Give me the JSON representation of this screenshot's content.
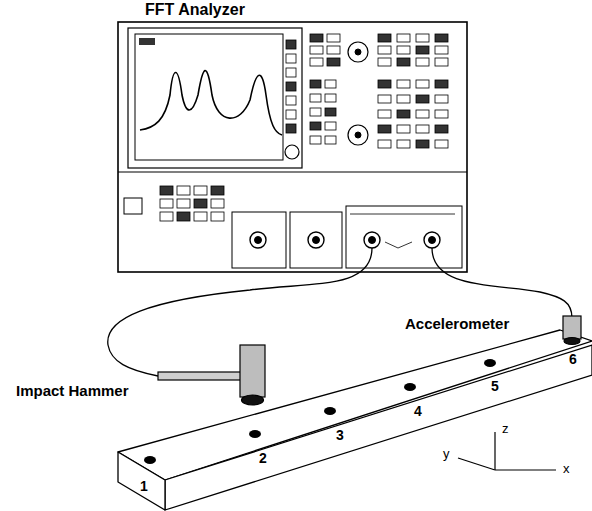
{
  "diagram": {
    "title": "FFT Analyzer",
    "labels": [
      "Accelerometer",
      "Impact Hammer",
      "1",
      "2",
      "3",
      "4",
      "5",
      "6",
      "z",
      "y",
      "x"
    ]
  }
}
